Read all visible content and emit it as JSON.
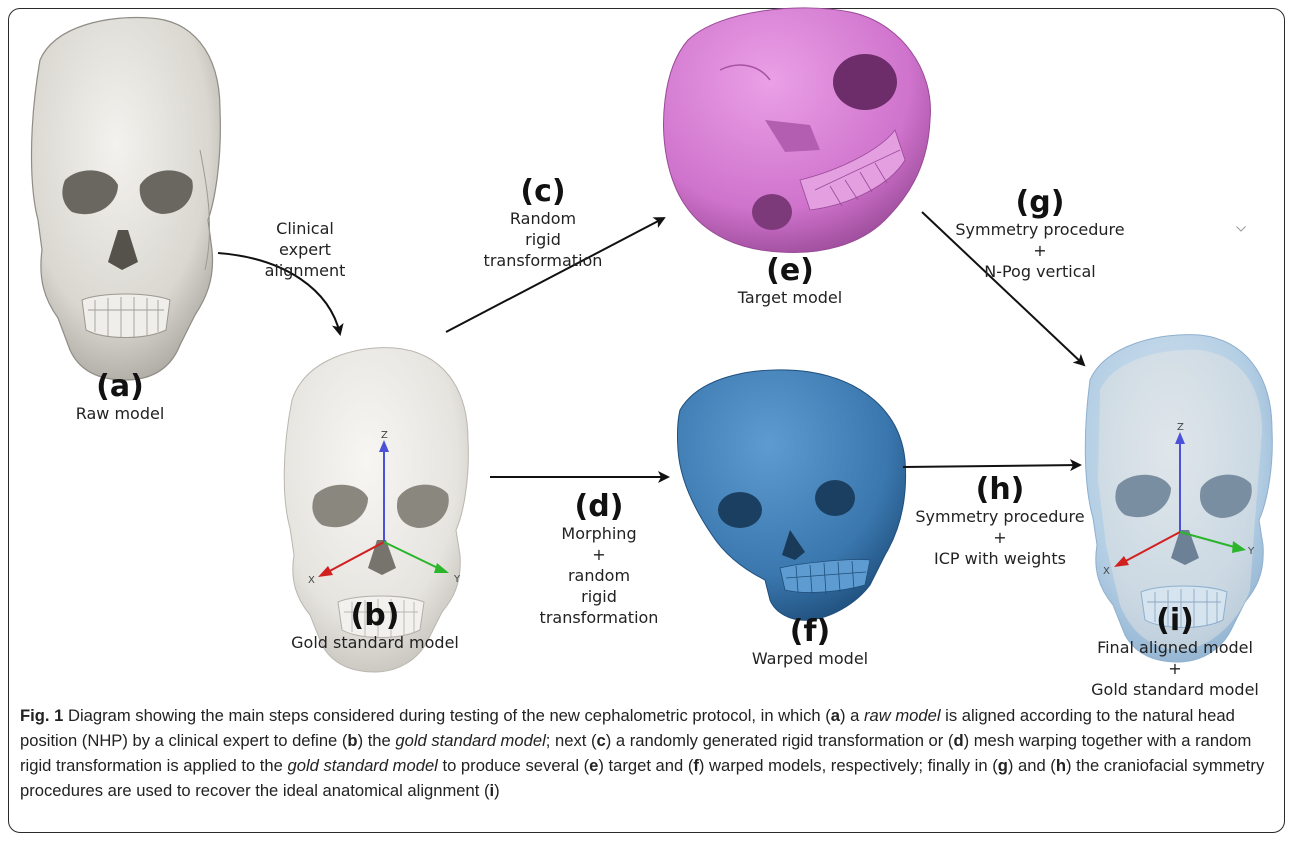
{
  "panels": {
    "a": {
      "letter": "(a)",
      "name": "Raw model"
    },
    "b": {
      "letter": "(b)",
      "name": "Gold standard model"
    },
    "c": {
      "letter": "(c)",
      "line1": "Random",
      "line2": "rigid transformation"
    },
    "d": {
      "letter": "(d)",
      "line1": "Morphing",
      "line2": "+",
      "line3": "random",
      "line4": "rigid transformation"
    },
    "e": {
      "letter": "(e)",
      "name": "Target model"
    },
    "f": {
      "letter": "(f)",
      "name": "Warped model"
    },
    "g": {
      "letter": "(g)",
      "line1": "Symmetry procedure",
      "line2": "+",
      "line3": "N-Pog vertical"
    },
    "h": {
      "letter": "(h)",
      "line1": "Symmetry procedure",
      "line2": "+",
      "line3": "ICP with weights"
    },
    "i": {
      "letter": "(i)",
      "line1": "Final aligned model",
      "line2": "+",
      "line3": "Gold standard model"
    }
  },
  "arrow_labels": {
    "expert_line1": "Clinical expert",
    "expert_line2": "alignment"
  },
  "axes": {
    "x": "X",
    "y": "Y",
    "z": "Z"
  },
  "colors": {
    "skull_bone": "#e2e0da",
    "skull_shadow": "#a9a69e",
    "target_magenta": "#d97fd6",
    "warped_blue": "#3f7fb8",
    "final_light_blue": "#a9c8e3",
    "axis_x": "#d22020",
    "axis_y": "#2ab52a",
    "axis_z": "#4a52d8"
  },
  "caption": {
    "fig": "Fig. 1",
    "t1": " Diagram showing the main steps considered during testing of the new cephalometric protocol, in which (",
    "a": "a",
    "t2": ") a ",
    "raw": "raw model",
    "t3": " is aligned according to the natural head position (NHP) by a clinical expert to define (",
    "b": "b",
    "t4": ") the ",
    "gold": "gold standard model",
    "t5": "; next (",
    "c": "c",
    "t6": ") a randomly generated rigid transformation or (",
    "d": "d",
    "t7": ") mesh warping together with a random rigid transformation is applied to the ",
    "gold2": "gold standard model",
    "t8": " to produce several (",
    "e": "e",
    "t9": ") target and (",
    "f": "f",
    "t10": ") warped models, respectively; finally in (",
    "g": "g",
    "t11": ") and (",
    "h": "h",
    "t12": ") the craniofacial symmetry procedures are used to recover the ideal anatomical alignment (",
    "i": "i",
    "t13": ")"
  }
}
